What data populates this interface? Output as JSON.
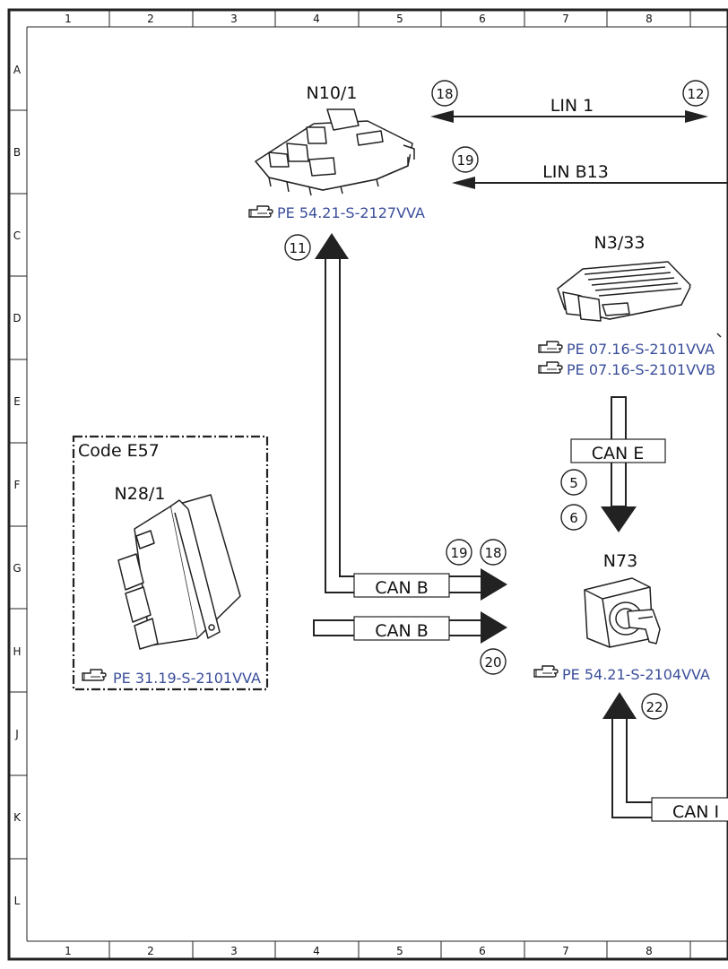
{
  "grid": {
    "columns": [
      "1",
      "2",
      "3",
      "4",
      "5",
      "6",
      "7",
      "8"
    ],
    "rows": [
      "A",
      "B",
      "C",
      "D",
      "E",
      "F",
      "G",
      "H",
      "J",
      "K",
      "L"
    ]
  },
  "components": {
    "n10_1": {
      "label": "N10/1",
      "ref": "PE 54.21-S-2127VVA"
    },
    "n3_33": {
      "label": "N3/33",
      "refs": [
        "PE 07.16-S-2101VVA",
        "PE 07.16-S-2101VVB"
      ]
    },
    "n28_1": {
      "label": "N28/1",
      "code": "Code E57",
      "ref": "PE 31.19-S-2101VVA"
    },
    "n73": {
      "label": "N73",
      "ref": "PE 54.21-S-2104VVA"
    }
  },
  "buses": {
    "lin1": {
      "label": "LIN 1",
      "left_num": "18",
      "right_num": "12"
    },
    "linb13": {
      "label": "LIN B13",
      "num": "19"
    },
    "can_b_upper": {
      "label": "CAN B",
      "num_a": "19",
      "num_b": "18",
      "up_num": "11"
    },
    "can_b_lower": {
      "label": "CAN B",
      "num": "20"
    },
    "can_e": {
      "label": "CAN E",
      "num_a": "5",
      "num_b": "6"
    },
    "can_bottom": {
      "label": "CAN I",
      "num": "22"
    }
  }
}
